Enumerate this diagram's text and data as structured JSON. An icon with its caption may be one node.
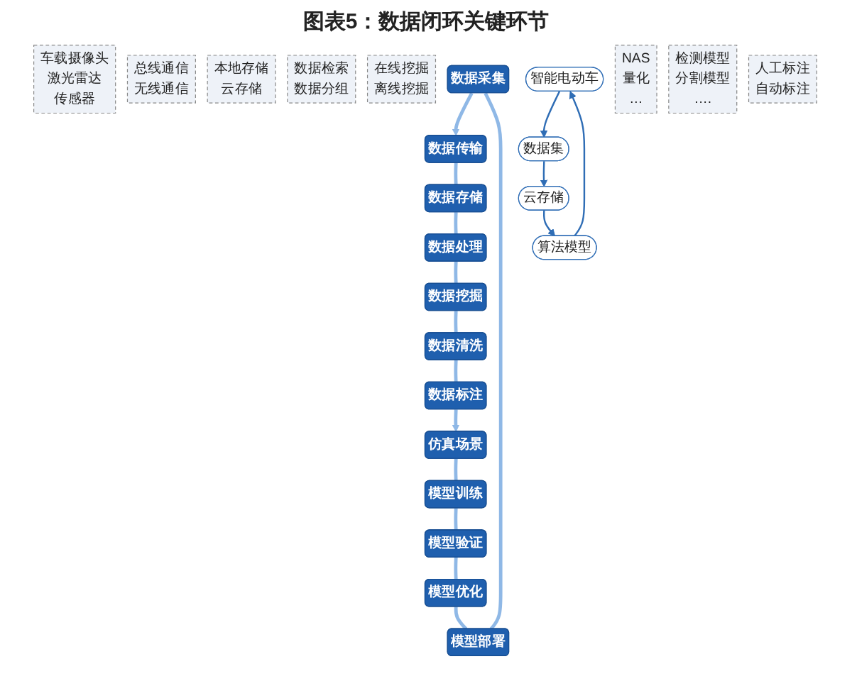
{
  "diagram": {
    "title": "图表5：数据闭环关键环节",
    "nodes": [
      {
        "text": [
          "车载摄像头",
          "激光雷达",
          "传感器"
        ]
      },
      {
        "text": [
          "总线通信",
          "无线通信"
        ]
      },
      {
        "text": [
          "本地存储",
          "云存储"
        ]
      },
      {
        "text": [
          "数据检索",
          "数据分组"
        ]
      },
      {
        "text": [
          "在线挖掘",
          "离线挖掘"
        ]
      },
      {
        "text": [
          "数据采集"
        ]
      },
      {
        "text": [
          "数据传输"
        ]
      },
      {
        "text": [
          "数据存储"
        ]
      },
      {
        "text": [
          "数据处理"
        ]
      },
      {
        "text": [
          "数据挖掘"
        ]
      },
      {
        "text": [
          "智能电动车"
        ]
      },
      {
        "text": [
          "数据集"
        ]
      },
      {
        "text": [
          "模型部署"
        ]
      },
      {
        "text": [
          "数据清洗"
        ]
      },
      {
        "text": [
          "算法模型"
        ]
      },
      {
        "text": [
          "云存储"
        ]
      },
      {
        "text": [
          "模型优化"
        ]
      },
      {
        "text": [
          "模型验证"
        ]
      },
      {
        "text": [
          "模型训练"
        ]
      },
      {
        "text": [
          "仿真场景"
        ]
      },
      {
        "text": [
          "数据标注"
        ]
      },
      {
        "text": [
          "NAS",
          "量化",
          "…"
        ]
      },
      {
        "text": [
          "检测模型",
          "分割模型",
          "…."
        ]
      },
      {
        "text": [
          "人工标注",
          "自动标注"
        ]
      }
    ],
    "edges": [
      {
        "from": 5,
        "to": 6,
        "arrow": "to"
      },
      {
        "from": 6,
        "to": 7,
        "arrow": "none"
      },
      {
        "from": 7,
        "to": 8,
        "arrow": "none"
      },
      {
        "from": 8,
        "to": 9,
        "arrow": "none"
      },
      {
        "from": 9,
        "to": 13,
        "arrow": "none"
      },
      {
        "from": 13,
        "to": 20,
        "arrow": "none"
      },
      {
        "from": 20,
        "to": 19,
        "arrow": "to"
      },
      {
        "from": 19,
        "to": 18,
        "arrow": "none"
      },
      {
        "from": 18,
        "to": 17,
        "arrow": "none"
      },
      {
        "from": 17,
        "to": 16,
        "arrow": "none"
      },
      {
        "from": 16,
        "to": 12,
        "arrow": "none"
      },
      {
        "from": 12,
        "to": 5,
        "arrow": "none"
      },
      {
        "from": 10,
        "to": 11,
        "arrow": "to",
        "color": "#2f6db5"
      },
      {
        "from": 11,
        "to": 15,
        "arrow": "to",
        "color": "#2f6db5"
      },
      {
        "from": 15,
        "to": 14,
        "arrow": "to",
        "color": "#2f6db5"
      },
      {
        "from": 14,
        "to": 10,
        "arrow": "to",
        "color": "#2f6db5"
      }
    ]
  }
}
